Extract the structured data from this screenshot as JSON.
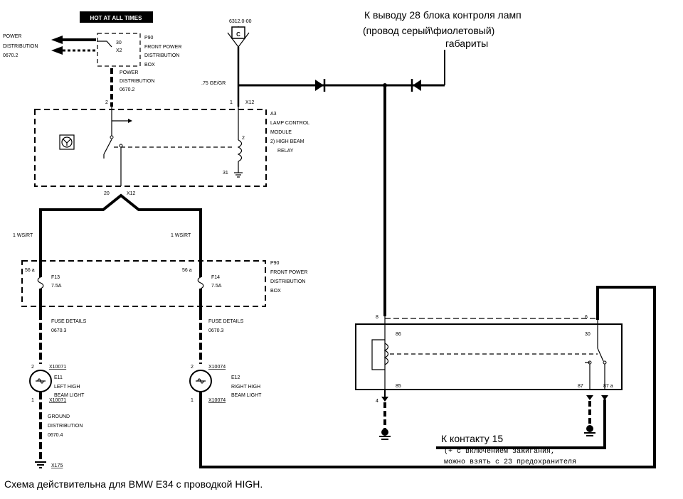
{
  "labels": {
    "hot_at_all_times": "HOT AT ALL TIMES",
    "power_dist_1": "POWER",
    "power_dist_2": "DISTRIBUTION",
    "power_dist_3": "0670.2",
    "p90_top_1": "P90",
    "p90_top_2": "FRONT POWER",
    "p90_top_3": "DISTRIBUTION",
    "p90_top_4": "BOX",
    "pin_30": "30",
    "x2": "X2",
    "power_dist_b1": "POWER",
    "power_dist_b2": "DISTRIBUTION",
    "power_dist_b3": "0670.2",
    "connector_code": "6312.0-00",
    "connector_letter": "C",
    "wire_ge_gr": ".75 GE/GR",
    "pin_2_top": "2",
    "pin_1_top": "1",
    "x12_top": "X12",
    "a3_1": "A3",
    "a3_2": "LAMP CONTROL",
    "a3_3": "MODULE",
    "a3_4": "2)  HIGH BEAM",
    "a3_5": "RELAY",
    "relay_pin_2": "2",
    "ground_31": "31",
    "pin_20": "20",
    "x12_bottom": "X12",
    "wire_left": "1 WS/RT",
    "wire_right": "1 WS/RT",
    "pin_56a_left": "56 a",
    "pin_56a_right": "56 a",
    "f13": "F13",
    "f13_amp": "7.5A",
    "f14": "F14",
    "f14_amp": "7.5A",
    "p90_mid_1": "P90",
    "p90_mid_2": "FRONT POWER",
    "p90_mid_3": "DISTRIBUTION",
    "p90_mid_4": "BOX",
    "fuse_details_left": "FUSE DETAILS",
    "fuse_code_left": "0670.3",
    "fuse_details_right": "FUSE DETAILS",
    "fuse_code_right": "0670.3",
    "pin2_left": "2",
    "x10071_top": "X10071",
    "e11_1": "E11",
    "e11_2": "LEFT HIGH",
    "e11_3": "BEAM LIGHT",
    "pin1_left": "1",
    "x10071_bottom": "X10071",
    "pin2_right": "2",
    "x10074_top": "X10074",
    "e12_1": "E12",
    "e12_2": "RIGHT HIGH",
    "e12_3": "BEAM LIGHT",
    "pin1_right": "1",
    "x10074_bottom": "X10074",
    "ground_dist_1": "GROUND",
    "ground_dist_2": "DISTRIBUTION",
    "ground_dist_3": "0670.4",
    "x175": "X175",
    "relay_pin_8": "8",
    "relay_pin_6": "6",
    "relay_86": "86",
    "relay_30": "30",
    "relay_85": "85",
    "relay_87": "87",
    "relay_87a": "87 a",
    "relay_pin_4": "4",
    "ru_top_1": "К выводу 28 блока контроля ламп",
    "ru_top_2": "(провод серый\\фиолетовый)",
    "ru_top_3": "габариты",
    "ru_contact": "К контакту 15",
    "ru_note_1": "(+ с включением зажигания,",
    "ru_note_2": "можно взять с 23 предохранителя",
    "caption": "Схема действительна для BMW E34 с проводкой HIGH."
  }
}
